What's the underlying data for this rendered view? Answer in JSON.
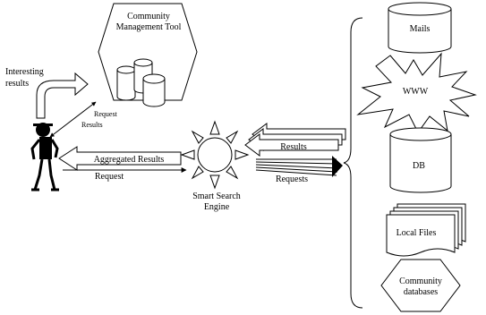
{
  "labels": {
    "community_tool_line1": "Community",
    "community_tool_line2": "Management Tool",
    "interesting_line1": "Interesting",
    "interesting_line2": "results",
    "request_small": "Request",
    "results_small": "Results",
    "aggregated_results": "Aggregated Results",
    "request": "Request",
    "engine_line1": "Smart Search",
    "engine_line2": "Engine",
    "results": "Results",
    "requests": "Requests",
    "mails": "Mails",
    "www": "WWW",
    "db": "DB",
    "local_files": "Local Files",
    "community_db_line1": "Community",
    "community_db_line2": "databases"
  }
}
